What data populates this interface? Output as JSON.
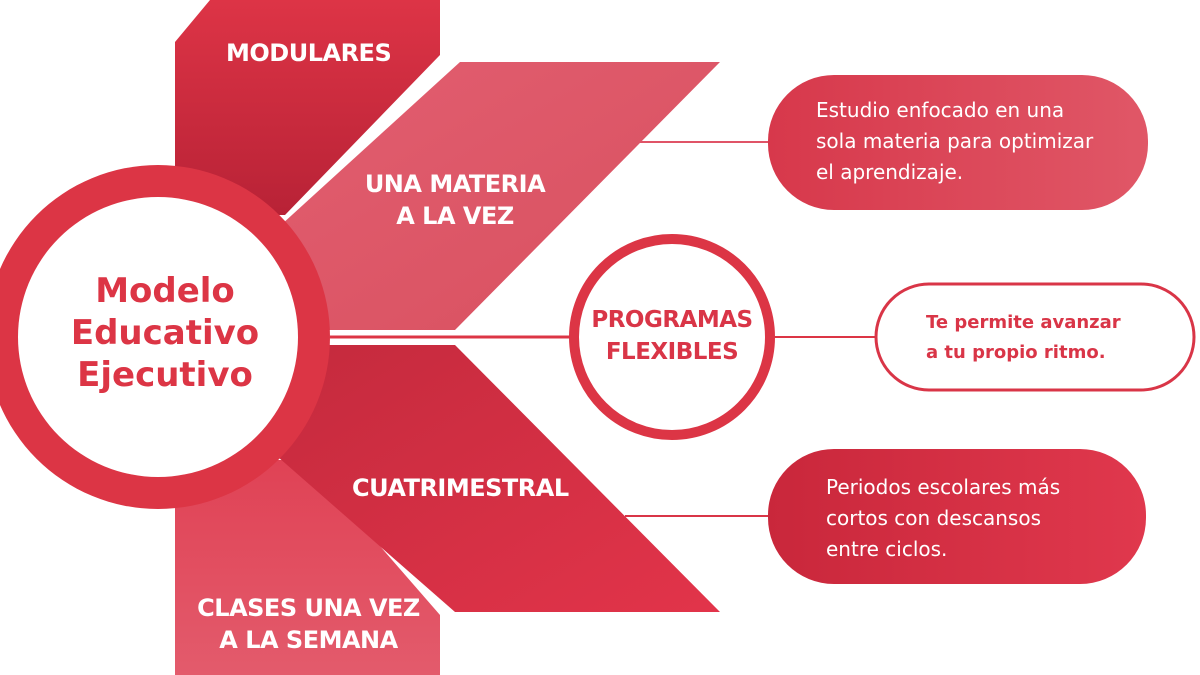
{
  "center": {
    "lines": [
      "Modelo",
      "Educativo",
      "Ejecutivo"
    ]
  },
  "blocks": {
    "modulares": [
      "MODULARES"
    ],
    "una_materia": [
      "UNA MATERIA",
      "A LA VEZ"
    ],
    "cuatrimestral": [
      "CUATRIMESTRAL"
    ],
    "clases": [
      "CLASES UNA VEZ",
      "A LA SEMANA"
    ]
  },
  "programas": {
    "lines": [
      "PROGRAMAS",
      "FLEXIBLES"
    ]
  },
  "pills": {
    "estudio": [
      "Estudio enfocado en una",
      "sola materia para optimizar",
      "el aprendizaje."
    ],
    "ritmo": [
      "Te permite avanzar",
      "a tu propio ritmo."
    ],
    "periodos": [
      "Periodos escolares más",
      "cortos con descansos",
      "entre ciclos."
    ]
  },
  "colors": {
    "accent": "#dc3545",
    "dark_red": "#c42a3d",
    "mid_red": "#e05365",
    "white": "#ffffff"
  }
}
